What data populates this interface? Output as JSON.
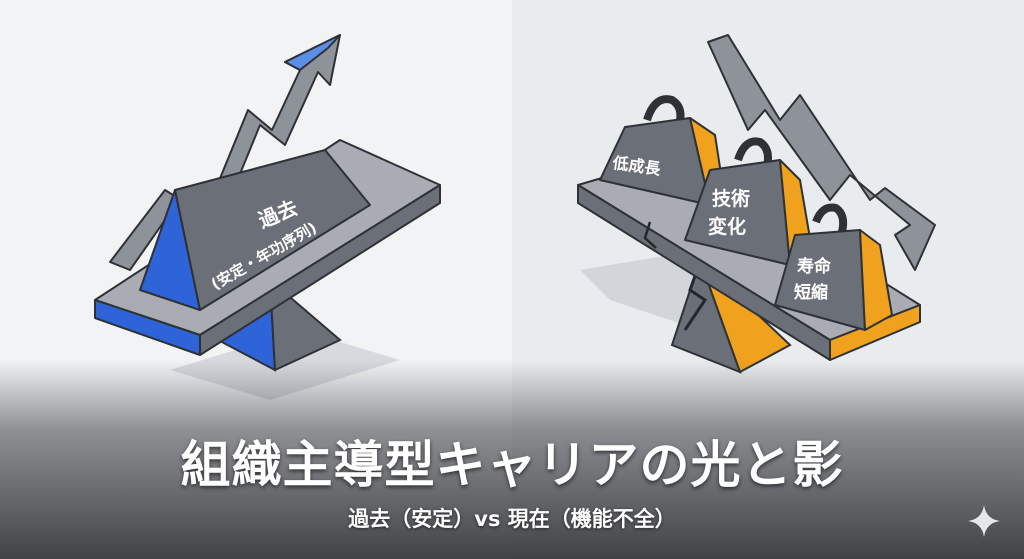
{
  "title": "組織主導型キャリアの光と影",
  "subtitle": "過去（安定）vs 現在（機能不全）",
  "left_panel": {
    "block_label_line1": "過去",
    "block_label_line2": "(安定・年功序列)"
  },
  "right_panel": {
    "weights": [
      {
        "line1": "低成長",
        "line2": ""
      },
      {
        "line1": "技術",
        "line2": "変化"
      },
      {
        "line1": "寿命",
        "line2": "短縮"
      }
    ]
  },
  "colors": {
    "blue": "#2f63d8",
    "orange": "#f0a21f",
    "gray": "#6b7078",
    "dark": "#3a3d42"
  },
  "icons": {
    "corner": "sparkle-icon"
  }
}
